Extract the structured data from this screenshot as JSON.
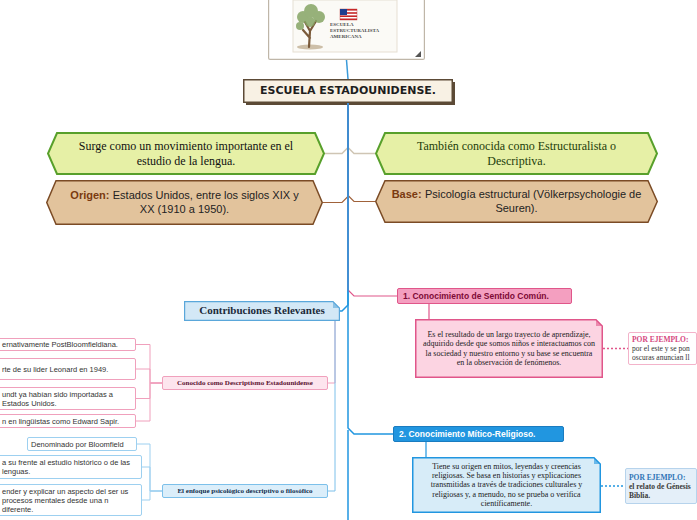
{
  "diagram": {
    "nodes": [
      {
        "text": [
          "ESCUELA ESTRUCTURALISTA AMERICANA"
        ]
      },
      {
        "text": [
          "ESCUELA ESTADOUNIDENSE."
        ]
      },
      {
        "text": [
          "Surge como un movimiento importante en el estudio de la lengua."
        ]
      },
      {
        "text": [
          "También conocida como Estructuralista o Descriptiva."
        ]
      },
      {
        "text": [
          "Origen:",
          "Estados Unidos, entre los siglos XIX y XX (1910 a 1950)."
        ]
      },
      {
        "text": [
          "Base:",
          "Psicología estructural (Völkerpsychologie de Seuren)."
        ]
      },
      {
        "text": [
          "Contribuciones Relevantes"
        ]
      },
      {
        "text": [
          "1. Conocimiento de Sentido Común."
        ]
      },
      {
        "text": [
          "Es el resultado de un largo trayecto de aprendizaje, adquirido desde que somos niños e interactuamos con la sociedad y nuestro entorno y su base se encuentra en la observación de fenómenos."
        ]
      },
      {
        "text": [
          "POR EJEMPLO:",
          "por el este y se pon oscuras anuncian ll"
        ]
      },
      {
        "text": [
          "Conocido como Descriptismo Estadounidense"
        ]
      },
      {
        "text": [
          "ernativamente PostBloomfieldiana."
        ]
      },
      {
        "text": [
          "rte de su lider Leonard en 1949."
        ]
      },
      {
        "text": [
          "undt ya habían sido importadas a Estados Unidos."
        ]
      },
      {
        "text": [
          "n en lingüistas como Edward Sapir."
        ]
      },
      {
        "text": [
          "2. Conocimiento Mítico-Religioso."
        ]
      },
      {
        "text": [
          "Tiene su origen en mitos, leyendas y creencias religiosas. Se basa en historias y explicaciones transmitidas a través de tradiciones culturales y religiosas y, a menudo, no se prueba o verifica científicamente."
        ]
      },
      {
        "text": [
          "POR EJEMPLO:",
          "el relato de Génesis Biblia."
        ]
      },
      {
        "text": [
          "El enfoque psicológico descriptivo o filosófico"
        ]
      },
      {
        "text": [
          "Denominado por Bloomfield"
        ]
      },
      {
        "text": [
          "a su frente al estudio histórico o de las lenguas."
        ]
      },
      {
        "text": [
          "ender y explicar un aspecto del ser us procesos mentales desde una n diferente."
        ]
      }
    ],
    "edges": [
      {
        "from": 0,
        "to": 1,
        "arrow": "none"
      },
      {
        "from": 1,
        "to": 2,
        "arrow": "none"
      },
      {
        "from": 1,
        "to": 3,
        "arrow": "none"
      },
      {
        "from": 1,
        "to": 4,
        "arrow": "none"
      },
      {
        "from": 1,
        "to": 5,
        "arrow": "none"
      },
      {
        "from": 1,
        "to": 6,
        "arrow": "none"
      },
      {
        "from": 1,
        "to": 7,
        "arrow": "none"
      },
      {
        "from": 1,
        "to": 15,
        "arrow": "none"
      },
      {
        "from": 6,
        "to": 10,
        "arrow": "none"
      },
      {
        "from": 6,
        "to": 18,
        "arrow": "none"
      },
      {
        "from": 10,
        "to": 11,
        "arrow": "none"
      },
      {
        "from": 10,
        "to": 12,
        "arrow": "none"
      },
      {
        "from": 10,
        "to": 13,
        "arrow": "none"
      },
      {
        "from": 10,
        "to": 14,
        "arrow": "none"
      },
      {
        "from": 18,
        "to": 19,
        "arrow": "none"
      },
      {
        "from": 18,
        "to": 20,
        "arrow": "none"
      },
      {
        "from": 18,
        "to": 21,
        "arrow": "none"
      },
      {
        "from": 7,
        "to": 8,
        "arrow": "none"
      },
      {
        "from": 8,
        "to": 9,
        "arrow": "none"
      },
      {
        "from": 15,
        "to": 16,
        "arrow": "none"
      },
      {
        "from": 16,
        "to": 17,
        "arrow": "none"
      }
    ]
  }
}
